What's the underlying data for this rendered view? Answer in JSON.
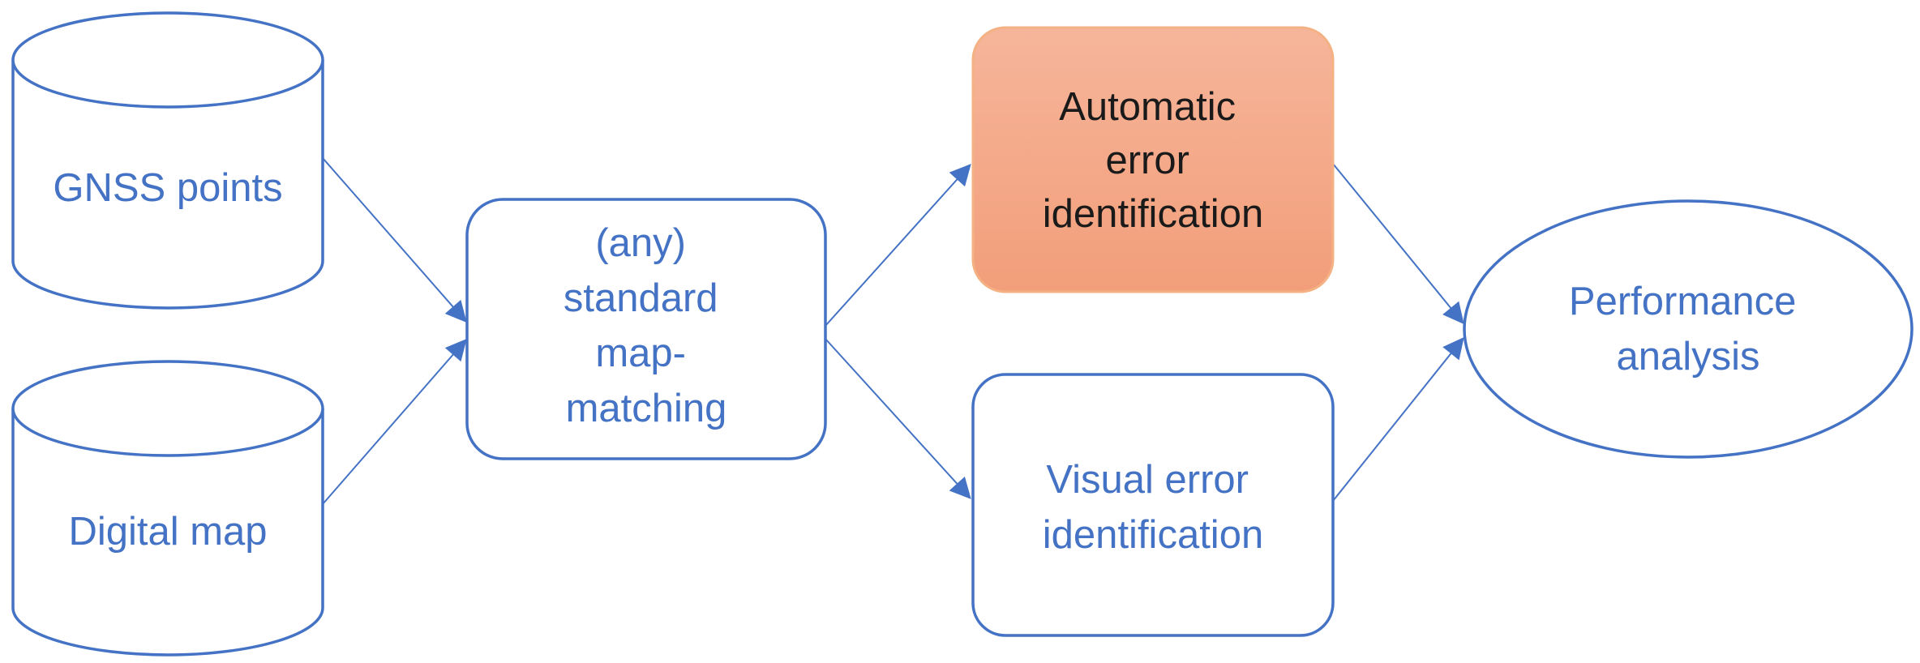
{
  "nodes": {
    "gnss": {
      "lines": [
        "GNSS points"
      ]
    },
    "map": {
      "lines": [
        "Digital map"
      ]
    },
    "matching": {
      "lines": [
        "(any)",
        "standard",
        "map-",
        "matching"
      ]
    },
    "auto": {
      "lines": [
        "Automatic",
        "error",
        "identification"
      ]
    },
    "visual": {
      "lines": [
        "Visual error",
        "identification"
      ]
    },
    "performance": {
      "lines": [
        "Performance",
        "analysis"
      ]
    }
  },
  "colors": {
    "stroke": "#4472C4",
    "text": "#4472C4",
    "highlight_fill": "#F4A582",
    "highlight_stroke": "#F4B183",
    "highlight_text": "#1a1a1a"
  }
}
